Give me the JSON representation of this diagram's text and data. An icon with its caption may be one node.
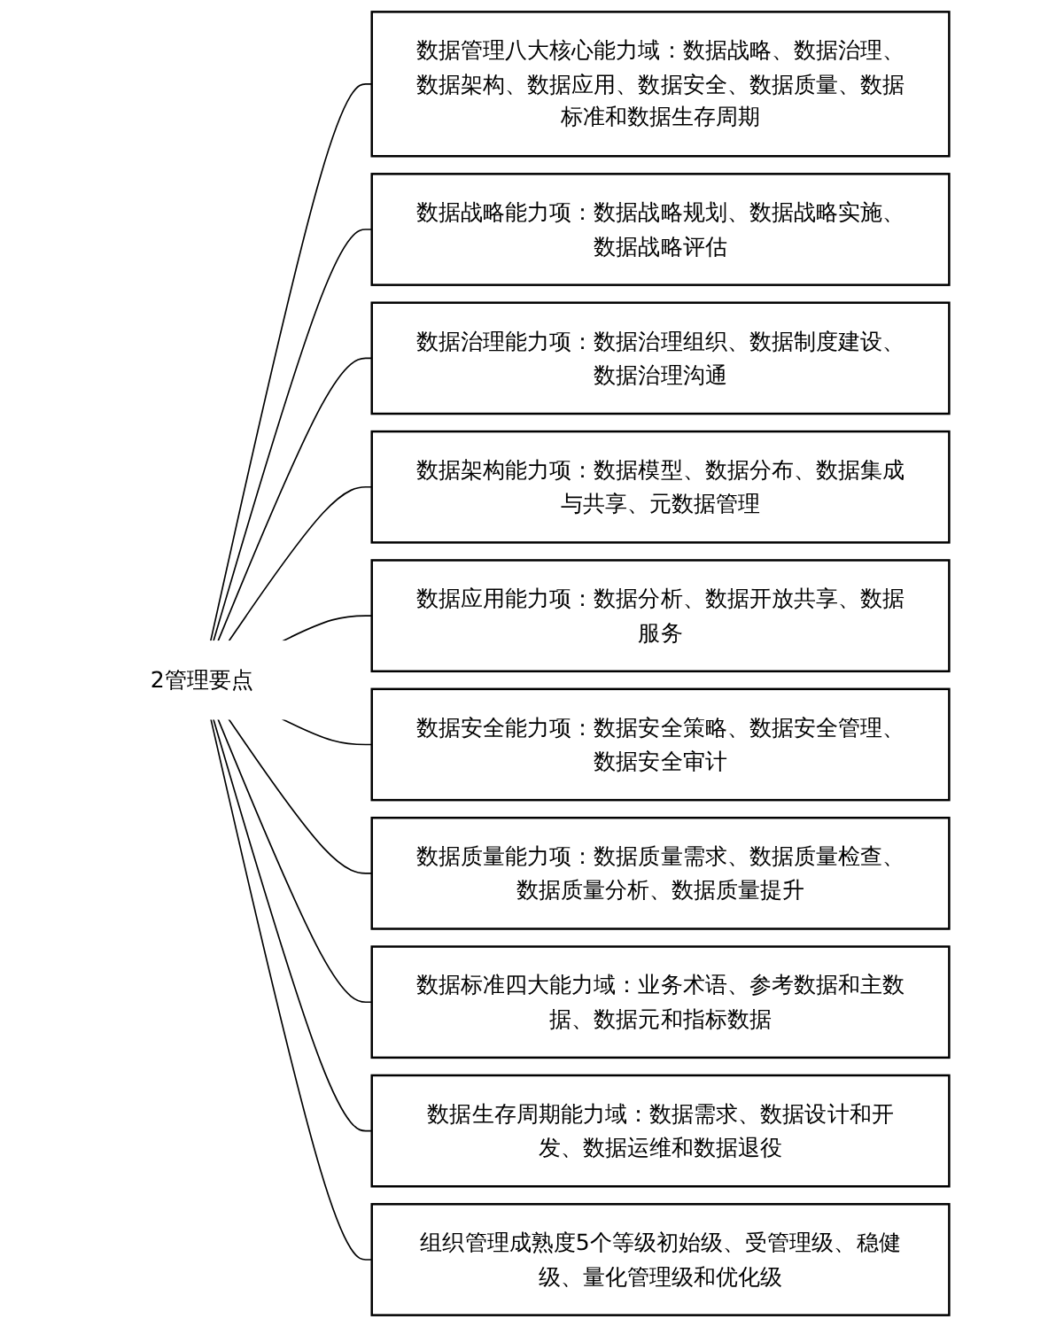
{
  "diagram": {
    "nodes": [
      {
        "text": [
          "2管理要点"
        ]
      },
      {
        "text": [
          "数据管理八大核心能力域：数据战略、数据治理、数据架构、数据应用、数据安全、数据质量、数据标准和数据生存周期"
        ]
      },
      {
        "text": [
          "数据战略能力项：数据战略规划、数据战略实施、数据战略评估"
        ]
      },
      {
        "text": [
          "数据治理能力项：数据治理组织、数据制度建设、数据治理沟通"
        ]
      },
      {
        "text": [
          "数据架构能力项：数据模型、数据分布、数据集成与共享、元数据管理"
        ]
      },
      {
        "text": [
          "数据应用能力项：数据分析、数据开放共享、数据服务"
        ]
      },
      {
        "text": [
          "数据安全能力项：数据安全策略、数据安全管理、数据安全审计"
        ]
      },
      {
        "text": [
          "数据质量能力项：数据质量需求、数据质量检查、数据质量分析、数据质量提升"
        ]
      },
      {
        "text": [
          "数据标准四大能力域：业务术语、参考数据和主数据、数据元和指标数据"
        ]
      },
      {
        "text": [
          "数据生存周期能力域：数据需求、数据设计和开发、数据运维和数据退役"
        ]
      },
      {
        "text": [
          "组织管理成熟度5个等级初始级、受管理级、稳健级、量化管理级和优化级"
        ]
      }
    ],
    "edges": [
      {
        "from": 0,
        "to": 1,
        "arrow": "none"
      },
      {
        "from": 0,
        "to": 2,
        "arrow": "none"
      },
      {
        "from": 0,
        "to": 3,
        "arrow": "none"
      },
      {
        "from": 0,
        "to": 4,
        "arrow": "none"
      },
      {
        "from": 0,
        "to": 5,
        "arrow": "none"
      },
      {
        "from": 0,
        "to": 6,
        "arrow": "none"
      },
      {
        "from": 0,
        "to": 7,
        "arrow": "none"
      },
      {
        "from": 0,
        "to": 8,
        "arrow": "none"
      },
      {
        "from": 0,
        "to": 9,
        "arrow": "none"
      },
      {
        "from": 0,
        "to": 10,
        "arrow": "none"
      }
    ]
  }
}
